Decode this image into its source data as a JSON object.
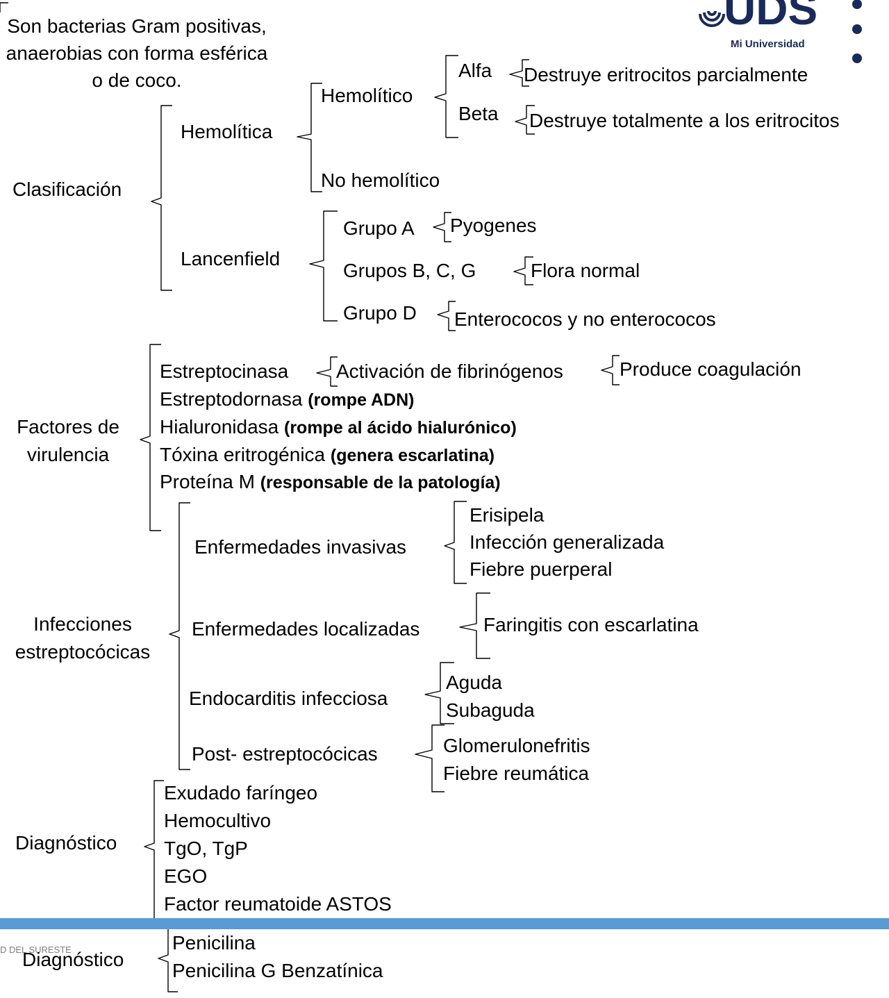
{
  "logo": {
    "text": "UDS",
    "subtitle": "Mi Universidad"
  },
  "intro": "Son bacterias Gram positivas, anaerobias con forma esférica o de coco.",
  "clasificacion": {
    "label": "Clasificación",
    "hemolitica": "Hemolítica",
    "hemolitico": "Hemolítico",
    "alfa": "Alfa",
    "alfa_desc": "Destruye eritrocitos parcialmente",
    "beta": "Beta",
    "beta_desc": "Destruye totalmente a los eritrocitos",
    "no_hemolitico": "No hemolítico",
    "lancenfield": "Lancenfield",
    "grupo_a": "Grupo A",
    "grupo_a_desc": "Pyogenes",
    "grupos_bcg": "Grupos B, C, G",
    "grupos_bcg_desc": "Flora normal",
    "grupo_d": "Grupo D",
    "grupo_d_desc": "Enterococos y no enterococos"
  },
  "virulencia": {
    "label_1": "Factores de",
    "label_2": "virulencia",
    "estreptocinasa": "Estreptocinasa",
    "activacion": "Activación de fibrinógenos",
    "coagulacion": "Produce coagulación",
    "estreptodornasa": "Estreptodornasa",
    "estreptodornasa_note": "(rompe ADN)",
    "hialuronidasa": "Hialuronidasa",
    "hialuronidasa_note": "(rompe al ácido hialurónico)",
    "toxina": "Tóxina eritrogénica",
    "toxina_note": "(genera escarlatina)",
    "proteina": "Proteína M",
    "proteina_note": "(responsable de la patología)"
  },
  "infecciones": {
    "label_1": "Infecciones",
    "label_2": "estreptocócicas",
    "invasivas": "Enfermedades invasivas",
    "invasivas_items": [
      "Erisipela",
      "Infección generalizada",
      "Fiebre puerperal"
    ],
    "localizadas": "Enfermedades localizadas",
    "localizadas_item": "Faringitis con escarlatina",
    "endocarditis": "Endocarditis infecciosa",
    "endocarditis_items": [
      "Aguda",
      "Subaguda"
    ],
    "post": "Post- estreptocócicas",
    "post_items": [
      "Glomerulonefritis",
      "Fiebre reumática"
    ]
  },
  "diagnostico": {
    "label": "Diagnóstico",
    "items": [
      "Exudado faríngeo",
      "Hemocultivo",
      "TgO, TgP",
      "EGO",
      "Factor reumatoide ASTOS"
    ]
  },
  "tratamiento": {
    "label": "Diagnóstico",
    "items": [
      "Penicilina",
      "Penicilina G Benzatínica"
    ]
  },
  "footer": {
    "text": "D DEL SURESTE"
  }
}
